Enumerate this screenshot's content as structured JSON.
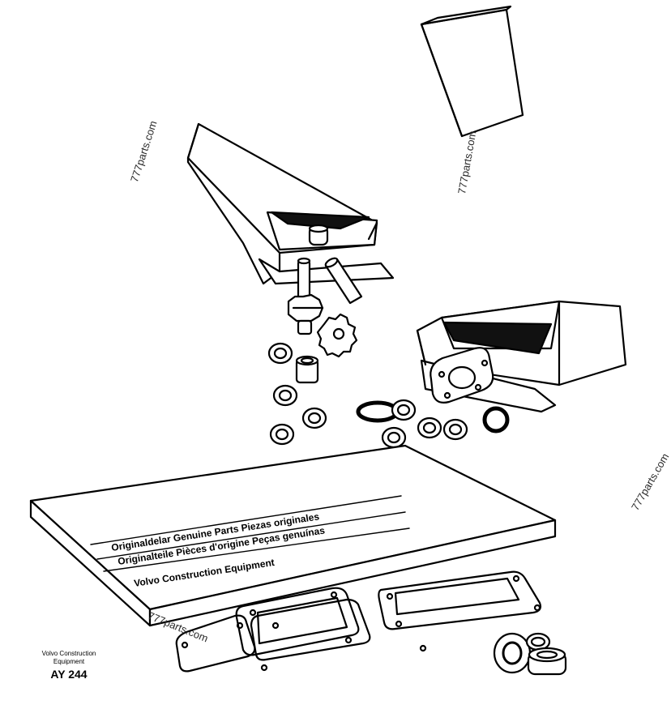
{
  "watermarks": [
    "777parts.com",
    "777parts.com",
    "777parts.com",
    "777parts.com"
  ],
  "book": {
    "line1": "Originaldelar Genuine Parts Piezas originales",
    "line2": "Originalteile Pièces d'origine Peças genuínas",
    "line3": "Volvo Construction Equipment"
  },
  "caption": {
    "line1": "Volvo Construction",
    "line2": "Equipment",
    "code": "AY 244"
  }
}
